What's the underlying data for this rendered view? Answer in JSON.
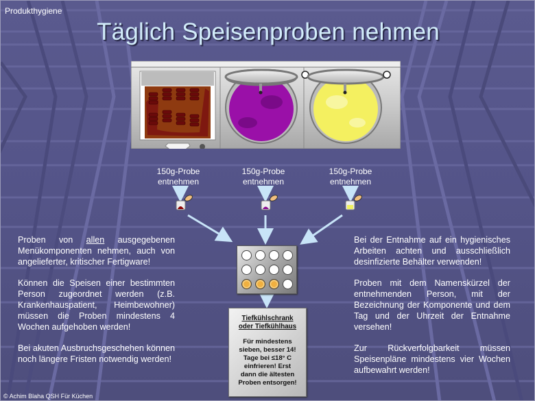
{
  "header": {
    "section": "Produkthygiene",
    "title": "Täglich Speisenproben nehmen"
  },
  "illustration": {
    "counter_description": "Ausgabetheke mit drei Speisenbehältern",
    "containers": [
      {
        "name": "Fleischspieße in Soße",
        "color": "#8b1a0a"
      },
      {
        "name": "Rotkohl",
        "color": "#9a0aa0"
      },
      {
        "name": "Kartoffelpüree",
        "color": "#f4f060"
      }
    ]
  },
  "probes": [
    {
      "line1": "150g-Probe",
      "line2": "entnehmen",
      "sample_color": "#8b0000"
    },
    {
      "line1": "150g-Probe",
      "line2": "entnehmen",
      "sample_color": "#8a0a90"
    },
    {
      "line1": "150g-Probe",
      "line2": "entnehmen",
      "sample_color": "#f0f060"
    }
  ],
  "tray": {
    "rows": [
      [
        false,
        false,
        false,
        false
      ],
      [
        false,
        false,
        false,
        false
      ],
      [
        true,
        true,
        true,
        false
      ]
    ]
  },
  "freezer": {
    "heading_line1": "Tiefkühlschrank",
    "heading_line2": "oder Tiefkühlhaus",
    "body_lines": [
      "Für mindestens",
      "sieben, besser 14!",
      "Tage bei ≤18° C",
      "einfrieren! Erst",
      "dann die ältesten",
      "Proben entsorgen!"
    ]
  },
  "left_text": {
    "p1_pre": "Proben von ",
    "p1_underline": "allen",
    "p1_post": " ausgegebenen Menükomponenten nehmen, auch von angelieferter, kritischer Fertigware!",
    "p2": "Können die Speisen einer bestimmten Person zugeordnet werden (z.B. Krankenhauspatient, Heimbewohner) müssen die Proben mindestens 4 Wochen aufgehoben werden!",
    "p3": "Bei akuten Ausbruchsgeschehen können noch längere Fristen notwendig werden!"
  },
  "right_text": {
    "p1": "Bei der Entnahme auf ein hygienisches Arbeiten achten und ausschließlich desinfizierte Behälter verwenden!",
    "p2": "Proben mit dem Namenskürzel der entnehmenden Person, mit der Bezeichnung der Komponente und dem Tag und der Uhrzeit der Entnahme versehen!",
    "p3": "Zur Rückverfolgbarkeit müssen Speisenpläne mindestens vier Wochen aufbewahrt werden!"
  },
  "footer": {
    "copyright": "© Achim Blaha QSH Für Küchen"
  },
  "colors": {
    "background": "#55558a",
    "title": "#d2ecfa",
    "arrow": "#c8e4f8"
  }
}
